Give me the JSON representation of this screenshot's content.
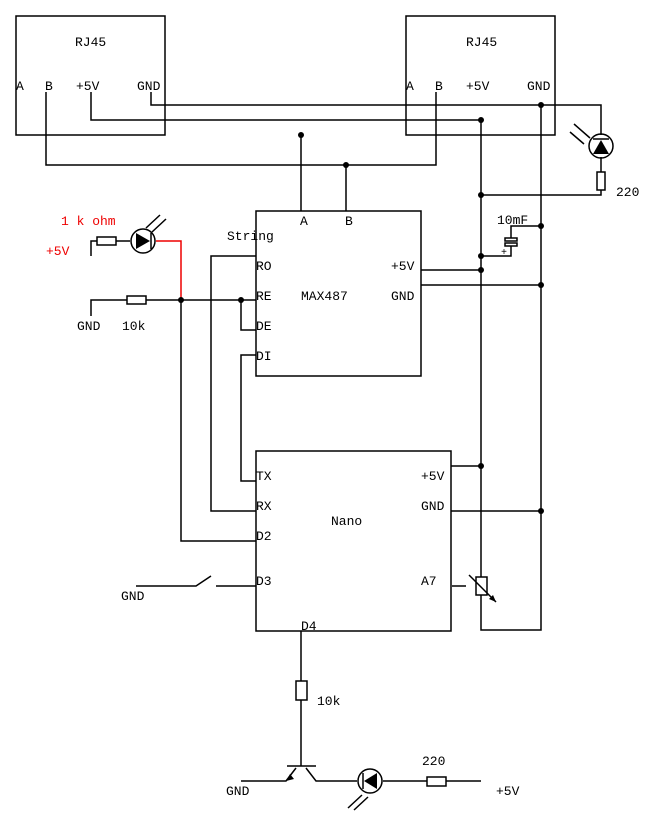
{
  "connector_left": {
    "title": "RJ45",
    "pins": [
      "A",
      "B",
      "+5V",
      "GND"
    ]
  },
  "connector_right": {
    "title": "RJ45",
    "pins": [
      "A",
      "B",
      "+5V",
      "GND"
    ]
  },
  "max487": {
    "title": "MAX487",
    "pins_top": [
      "A",
      "B"
    ],
    "pins_left": [
      "RO",
      "RE",
      "DE",
      "DI"
    ],
    "pins_right": [
      "+5V",
      "GND"
    ],
    "note": "String"
  },
  "nano": {
    "title": "Nano",
    "pins_left": [
      "TX",
      "RX",
      "D2",
      "D3"
    ],
    "pins_right": [
      "+5V",
      "GND",
      "A7"
    ],
    "pin_bottom": "D4"
  },
  "labels": {
    "led_resistor_value": "1 k ohm",
    "led_supply": "+5V",
    "pulldown_gnd": "GND",
    "pulldown_value": "10k",
    "cap_value": "10mF",
    "power_led_resistor": "220",
    "switch_gnd": "GND",
    "base_resistor": "10k",
    "emitter_gnd": "GND",
    "out_led_resistor": "220",
    "out_supply": "+5V"
  },
  "colors": {
    "wire": "#000000",
    "highlight": "#ee0000"
  }
}
